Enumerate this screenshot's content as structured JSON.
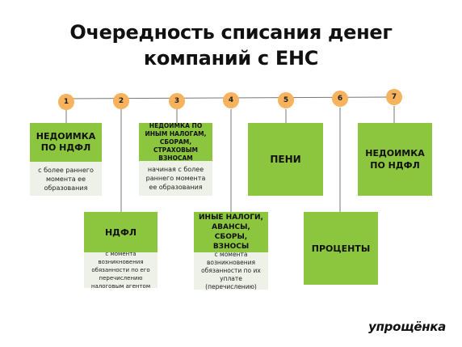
{
  "title": {
    "line1": "Очередность списания денег",
    "line2": "компаний с ЕНС"
  },
  "steps": [
    {
      "number": "1",
      "label": "НЕДОИМКА ПО НДФЛ",
      "note": "с более раннего момента ее образования"
    },
    {
      "number": "2",
      "label": "НДФЛ",
      "note": "с момента возникновения обязанности по его перечислению налоговым агентом"
    },
    {
      "number": "3",
      "label": "НЕДОИМКА ПО ИНЫМ НАЛОГАМ, СБОРАМ, СТРАХОВЫМ ВЗНОСАМ",
      "note": "начиная с более раннего момента ее образования"
    },
    {
      "number": "4",
      "label": "ИНЫЕ НАЛОГИ, АВАНСЫ, СБОРЫ, ВЗНОСЫ",
      "note": "с момента возникновения обязанности по их уплате (перечислению)"
    },
    {
      "number": "5",
      "label": "ПЕНИ",
      "note": ""
    },
    {
      "number": "6",
      "label": "ПРОЦЕНТЫ",
      "note": ""
    },
    {
      "number": "7",
      "label": "НЕДОИМКА ПО НДФЛ",
      "note": ""
    }
  ],
  "logo": "упрощёнка",
  "colors": {
    "step_circle": "#f6b25c",
    "box": "#8cc63f",
    "note": "#eef1e8",
    "line": "#777777"
  }
}
